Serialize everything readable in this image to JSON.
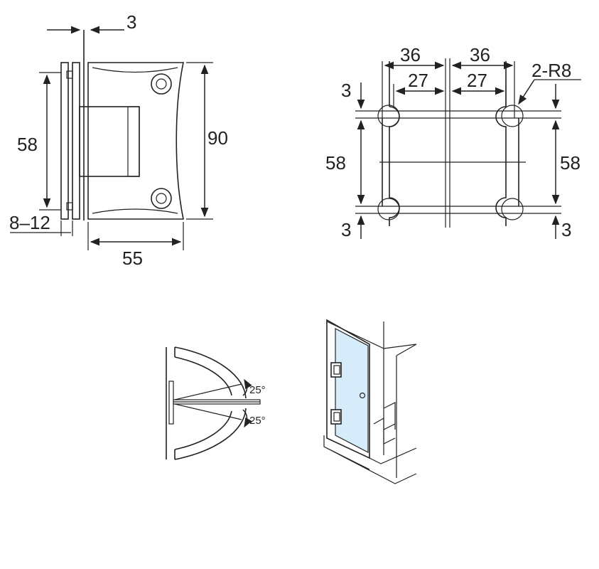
{
  "side_view": {
    "dim_top": "3",
    "dim_left": "58",
    "dim_glass": "8–12",
    "dim_height": "90",
    "dim_width": "55"
  },
  "plan_view": {
    "dim_top_left": "36",
    "dim_top_right": "36",
    "dim_inner_left": "27",
    "dim_inner_right": "27",
    "dim_radius": "2-R8",
    "dim_left": "58",
    "dim_right": "58",
    "dim_top_offset": "3",
    "dim_bottom_left": "3",
    "dim_bottom_right": "3"
  },
  "swing_view": {
    "angle_up": "25°",
    "angle_down": "25°"
  },
  "colors": {
    "line": "#222222",
    "glass": "#d6ecfa"
  }
}
